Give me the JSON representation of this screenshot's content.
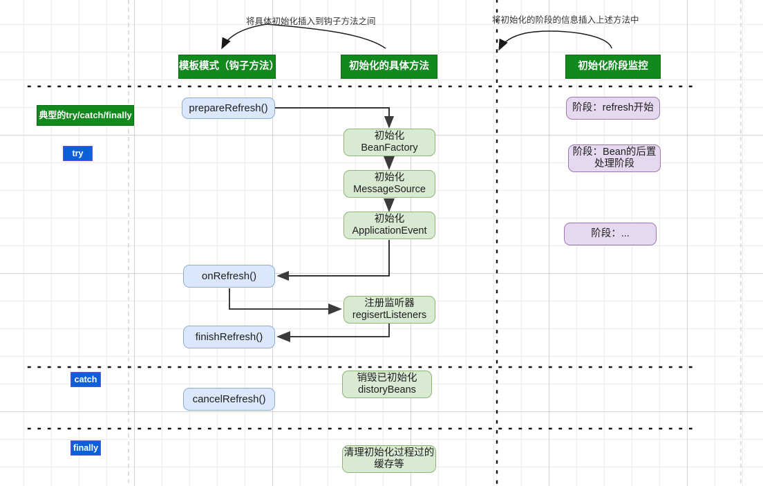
{
  "diagram": {
    "title": "Spring refresh() 初始化流程图",
    "colors": {
      "header_green": "#11891c",
      "process_green_fill": "#d9ead3",
      "process_green_border": "#8cb573",
      "method_blue_fill": "#dbe8fb",
      "method_blue_border": "#8aabdc",
      "phase_purple_fill": "#e6d9ef",
      "phase_purple_border": "#9a77b0",
      "badge_blue": "#0b5fd8",
      "badge_border": "#6a4fd8",
      "arrow": "#3b3b3b",
      "grid_minor": "#ececec",
      "grid_major": "#d4d4d4"
    },
    "captions": [
      {
        "id": "cap-left",
        "text": "将具体初始化插入到钩子方法之间"
      },
      {
        "id": "cap-right",
        "text": "将初始化的阶段的信息插入上述方法中"
      }
    ],
    "headers": [
      {
        "id": "hdr-template",
        "text": "模板模式（钩子方法）"
      },
      {
        "id": "hdr-concrete",
        "text": "初始化的具体方法"
      },
      {
        "id": "hdr-monitor",
        "text": "初始化阶段监控"
      }
    ],
    "labels": [
      {
        "id": "lbl-trycatch",
        "text": "典型的try/catch/finally"
      }
    ],
    "badges": [
      {
        "id": "badge-try",
        "text": "try"
      },
      {
        "id": "badge-catch",
        "text": "catch"
      },
      {
        "id": "badge-finally",
        "text": "finally"
      }
    ],
    "methods": [
      {
        "id": "m-prepare",
        "text": "prepareRefresh()"
      },
      {
        "id": "m-onrefresh",
        "text": "onRefresh()"
      },
      {
        "id": "m-finish",
        "text": "finishRefresh()"
      },
      {
        "id": "m-cancel",
        "text": "cancelRefresh()"
      }
    ],
    "processes": [
      {
        "id": "p-beanfactory",
        "text": "初始化\nBeanFactory"
      },
      {
        "id": "p-messagesource",
        "text": "初始化\nMessageSource"
      },
      {
        "id": "p-applicationevent",
        "text": "初始化\nApplicationEvent"
      },
      {
        "id": "p-listeners",
        "text": "注册监听器\nregisertListeners"
      },
      {
        "id": "p-destroy",
        "text": "销毁已初始化\ndistoryBeans"
      },
      {
        "id": "p-clean",
        "text": "清理初始化过程过的\n缓存等"
      }
    ],
    "phases": [
      {
        "id": "ph-refresh",
        "text": "阶段：refresh开始"
      },
      {
        "id": "ph-bean",
        "text": "阶段：Bean的后置\n处理阶段"
      },
      {
        "id": "ph-more",
        "text": "阶段：..."
      }
    ]
  }
}
